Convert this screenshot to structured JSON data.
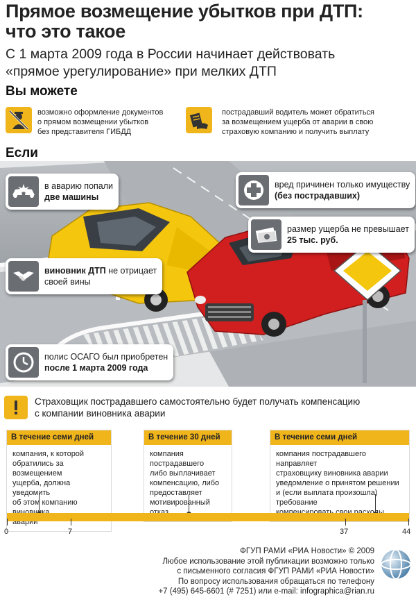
{
  "header": {
    "title_line1": "Прямое возмещение убытков при ДТП:",
    "title_line2": "что это такое",
    "subtitle_line1": "С 1 марта 2009 года в России начинает действовать",
    "subtitle_line2": "«прямое урегулирование» при мелких ДТП"
  },
  "can": {
    "heading": "Вы можете",
    "items": [
      {
        "icon": "no-police-icon",
        "lines": [
          "возможно оформление документов",
          "о прямом возмещении убытков",
          "без представителя ГИБДД"
        ]
      },
      {
        "icon": "insurance-claim-icon",
        "lines": [
          "пострадавший водитель может обратиться",
          "за возмещением ущерба от аварии в свою",
          "страховую компанию и получить выплату"
        ]
      }
    ]
  },
  "if": {
    "heading": "Если",
    "callouts": {
      "two_cars": {
        "icon": "crashed-cars-icon",
        "text": "в аварию попали",
        "bold": "две машины"
      },
      "property": {
        "icon": "medical-cross-icon",
        "text": "вред причинен только имуществу",
        "bold": "(без пострадавших)"
      },
      "damage": {
        "icon": "money-icon",
        "text": "размер ущерба не превышает",
        "bold": "25 тыс. руб."
      },
      "guilty": {
        "icon": "handshake-icon",
        "bold": "виновник ДТП",
        "text": " не отрицает",
        "text2": "своей вины"
      },
      "policy": {
        "icon": "clock-icon",
        "text": "полис ОСАГО был приобретен",
        "bold": "после 1 марта 2009 года"
      }
    }
  },
  "note": {
    "icon": "warning-icon",
    "line1": "Страховщик пострадавшего самостоятельно будет получать компенсацию",
    "line2": "с компании виновника аварии"
  },
  "steps": [
    {
      "title": "В течение семи дней",
      "lines": [
        "компания, к которой",
        "обратились за возмещением",
        "ущерба, должна уведомить",
        "об этом компанию виновника",
        "аварии"
      ]
    },
    {
      "title": "В течение 30 дней",
      "lines": [
        "компания пострадавшего",
        "либо выплачивает",
        "компенсацию, либо",
        "предоставляет",
        "мотивированный отказ"
      ]
    },
    {
      "title": "В течение семи дней",
      "lines": [
        "компания пострадавшего направляет",
        "страховщику виновника аварии",
        "уведомление о принятом решении",
        "и (если выплата произошла) требование",
        "компенсировать свои расходы"
      ]
    }
  ],
  "timeline": {
    "ticks": [
      "0",
      "7",
      "37",
      "44"
    ],
    "color": "#f1b51c"
  },
  "footer": {
    "lines": [
      "ФГУП РАМИ «РИА Новости» © 2009",
      "Любое использование этой публикации возможно только",
      "с письменного согласия ФГУП РАМИ «РИА Новости»",
      "По вопросу использования обращаться по телефону",
      "+7 (495) 645-6601 (# 7251) или e-mail: infographica@rian.ru"
    ],
    "logo": "ria-globe-logo"
  },
  "colors": {
    "accent": "#f1b51c",
    "icon_grey": "#6a6e73",
    "car_yellow": "#f5c60e",
    "car_red": "#d11f1f"
  }
}
